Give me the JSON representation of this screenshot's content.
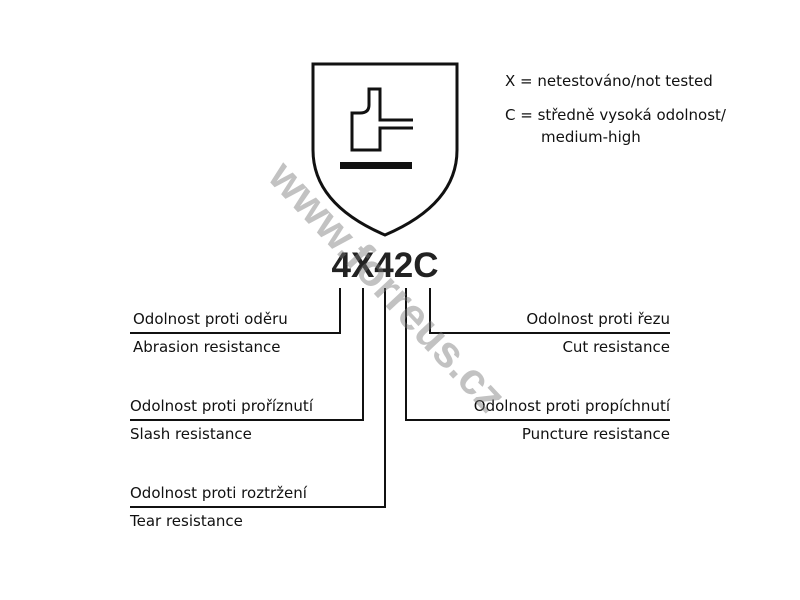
{
  "legend": {
    "x_note": "X = netestováno/not tested",
    "c_note_line1": "C = středně vysoká odolnost/",
    "c_note_line2": "medium-high"
  },
  "code": "4X42C",
  "watermark": "www.forreus.cz",
  "labels": {
    "abrasion_cz": "Odolnost proti oděru",
    "abrasion_en": "Abrasion resistance",
    "slash_cz": "Odolnost proti proříznutí",
    "slash_en": "Slash resistance",
    "tear_cz": "Odolnost proti roztržení",
    "tear_en": "Tear resistance",
    "cut_cz": "Odolnost proti řezu",
    "cut_en": "Cut resistance",
    "puncture_cz": "Odolnost proti propíchnutí",
    "puncture_en": "Puncture resistance"
  }
}
